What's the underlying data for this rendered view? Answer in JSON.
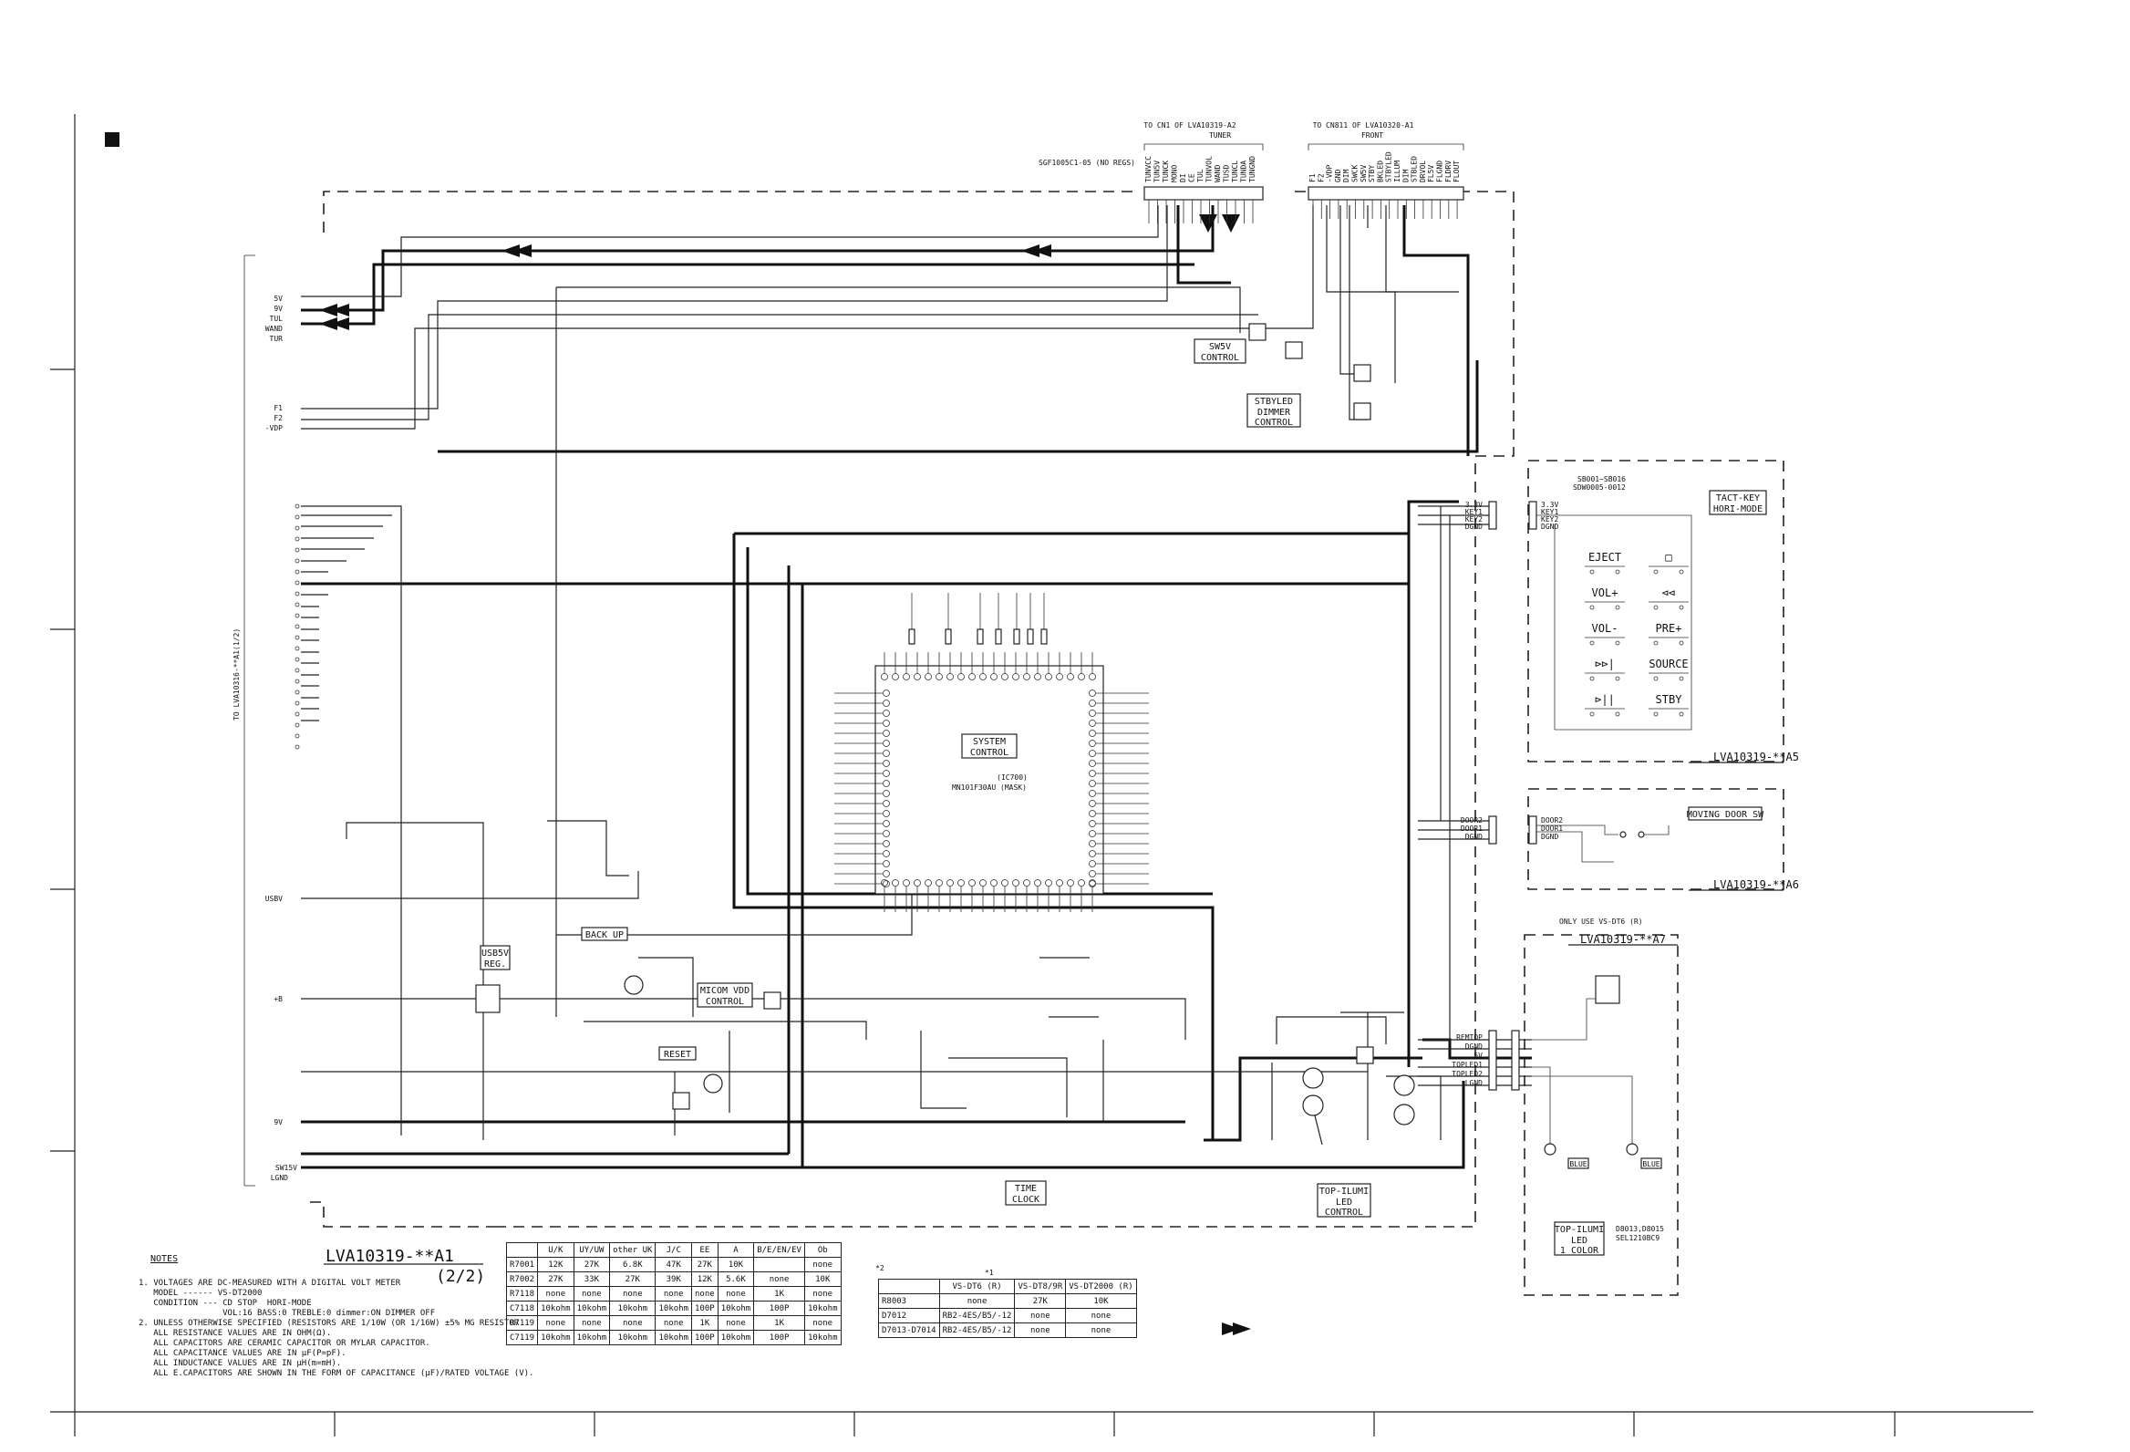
{
  "board": {
    "main_label": "LVA10319-**A1",
    "main_sheet": "(2/2)",
    "sub_a5": "LVA10319-**A5",
    "sub_a6": "LVA10319-**A6",
    "sub_a7": "LVA10319-**A7",
    "only_use": "ONLY USE VS-DT6 (R)"
  },
  "connectors": {
    "tuner_title": "TO CN1 OF LVA10319-A2",
    "tuner_sub": "TUNER",
    "tuner_part": "SGF1005C1-05 (NO REGS)",
    "front_title": "TO CN811 OF LVA10320-A1",
    "front_sub": "FRONT",
    "left_side": "TO LVA10316-**A1(1/2)",
    "sw_part": "SB001~SB016",
    "sw_part2": "SDW0005-0012"
  },
  "tuner_pins": [
    "TUNVCC",
    "TUN5V",
    "TUNCK",
    "MONO",
    "DI",
    "CE",
    "TUL",
    "TUNVOL",
    "WAND",
    "TUSD",
    "TUNCL",
    "TUNDA",
    "TUNGND"
  ],
  "front_pins": [
    "F1",
    "F2",
    "-VDP",
    "GND",
    "DIM",
    "SWCK",
    "SW5V",
    "STBY",
    "BKLED",
    "STBYLED",
    "ILLUM",
    "DIM",
    "STBLED",
    "DRVOL",
    "FL5V",
    "FLGND",
    "FLDRV",
    "FLOUT"
  ],
  "left_labels": {
    "top": [
      "5V",
      "9V",
      "TUL",
      "WAND",
      "TUR"
    ],
    "fl": [
      "F1",
      "F2",
      "-VDP"
    ],
    "pwr": [
      "USBV",
      "+B",
      "9V"
    ],
    "bottom": [
      "SW15V",
      "LGND"
    ]
  },
  "blocks": {
    "sw5v": [
      "SW5V",
      "CONTROL"
    ],
    "stbyled": [
      "STBYLED",
      "DIMMER",
      "CONTROL"
    ],
    "system": [
      "SYSTEM",
      "CONTROL"
    ],
    "ic_name": "MN101F30AU (MASK)",
    "ic_ref": "(IC700)",
    "backup": "BACK UP",
    "usb5v": [
      "USB5V",
      "REG."
    ],
    "micom": [
      "MICOM VDD",
      "CONTROL"
    ],
    "reset": "RESET",
    "time_clock": [
      "TIME",
      "CLOCK"
    ],
    "top_ilumi": [
      "TOP-ILUMI",
      "LED",
      "CONTROL"
    ],
    "tactkey": [
      "TACT-KEY",
      "HORI-MODE"
    ],
    "moving_door": "MOVING DOOR SW",
    "top_ilumi_led": [
      "TOP-ILUMI",
      "LED",
      "1 COLOR"
    ],
    "led_part": [
      "D8013,D8015",
      "SEL1210BC9"
    ],
    "blue": "BLUE"
  },
  "tact_keys": [
    [
      "EJECT",
      "□"
    ],
    [
      "VOL+",
      "⊲⊲"
    ],
    [
      "VOL-",
      "PRE+"
    ],
    [
      "⊳⊳|",
      "SOURCE"
    ],
    [
      "⊳||",
      "STBY"
    ]
  ],
  "key_connector": [
    "3.3V",
    "KEY1",
    "KEY2",
    "DGND"
  ],
  "door_connector": [
    "DOOR2",
    "DOOR1",
    "DGND"
  ],
  "led_connector": [
    "REMTOP",
    "DGND",
    "5V",
    "TOPLED1",
    "TOPLED2",
    "LGND"
  ],
  "notes": {
    "title": "NOTES",
    "lines": [
      "1. VOLTAGES ARE DC-MEASURED WITH A DIGITAL VOLT METER",
      "   MODEL ------ VS-DT2000",
      "   CONDITION --- CD STOP  HORI-MODE",
      "                 VOL:16 BASS:0 TREBLE:0 dimmer:ON DIMMER OFF",
      "2. UNLESS OTHERWISE SPECIFIED (RESISTORS ARE 1/10W (OR 1/16W) ±5% MG RESISTOR",
      "   ALL RESISTANCE VALUES ARE IN OHM(Ω).",
      "   ALL CAPACITORS ARE CERAMIC CAPACITOR OR MYLAR CAPACITOR.",
      "   ALL CAPACITANCE VALUES ARE IN µF(P=pF).",
      "   ALL INDUCTANCE VALUES ARE IN µH(m=mH).",
      "   ALL E.CAPACITORS ARE SHOWN IN THE FORM OF CAPACITANCE (µF)/RATED VOLTAGE (V)."
    ]
  },
  "table1": {
    "mark": "*1",
    "header": [
      "",
      "U/K",
      "UY/UW",
      "other UK",
      "J/C",
      "EE",
      "A",
      "B/E/EN/EV",
      "Ob"
    ],
    "rows": [
      [
        "R7001",
        "12K",
        "27K",
        "6.8K",
        "47K",
        "27K",
        "10K",
        "",
        "none"
      ],
      [
        "R7002",
        "27K",
        "33K",
        "27K",
        "39K",
        "12K",
        "5.6K",
        "none",
        "10K"
      ],
      [
        "R7118",
        "none",
        "none",
        "none",
        "none",
        "none",
        "none",
        "1K",
        "none"
      ],
      [
        "C7118",
        "10kohm",
        "10kohm",
        "10kohm",
        "10kohm",
        "100P",
        "10kohm",
        "100P",
        "10kohm"
      ],
      [
        "R7119",
        "none",
        "none",
        "none",
        "none",
        "1K",
        "none",
        "1K",
        "none"
      ],
      [
        "C7119",
        "10kohm",
        "10kohm",
        "10kohm",
        "10kohm",
        "100P",
        "10kohm",
        "100P",
        "10kohm"
      ]
    ]
  },
  "table2": {
    "mark": "*2",
    "header": [
      "",
      "VS-DT6 (R)",
      "VS-DT8/9R",
      "VS-DT2000 (R)"
    ],
    "rows": [
      [
        "R8003",
        "none",
        "27K",
        "10K"
      ],
      [
        "D7012",
        "RB2-4ES/B5/-12",
        "none",
        "none"
      ],
      [
        "D7013-D7014",
        "RB2-4ES/B5/-12",
        "none",
        "none"
      ]
    ]
  }
}
